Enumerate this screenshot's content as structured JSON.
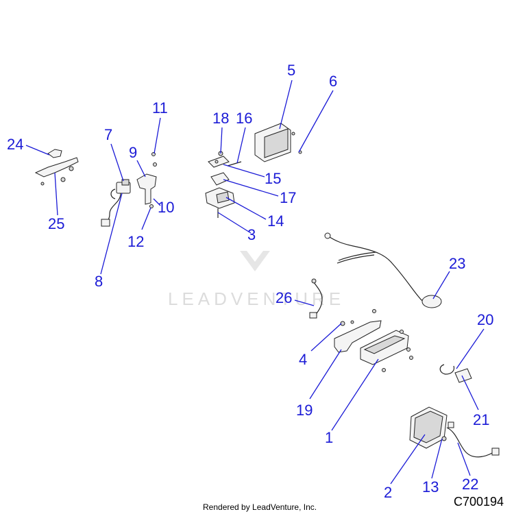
{
  "watermark": "LEADVENTURE",
  "footer": "Rendered by LeadVenture, Inc.",
  "diagram_code": "C700194",
  "callouts": {
    "c1": "1",
    "c2": "2",
    "c3": "3",
    "c4": "4",
    "c5": "5",
    "c6": "6",
    "c7": "7",
    "c8": "8",
    "c9": "9",
    "c10": "10",
    "c11": "11",
    "c12": "12",
    "c13": "13",
    "c14": "14",
    "c15": "15",
    "c16": "16",
    "c17": "17",
    "c18": "18",
    "c19": "19",
    "c20": "20",
    "c21": "21",
    "c22": "22",
    "c23": "23",
    "c24": "24",
    "c25": "25",
    "c26": "26"
  }
}
